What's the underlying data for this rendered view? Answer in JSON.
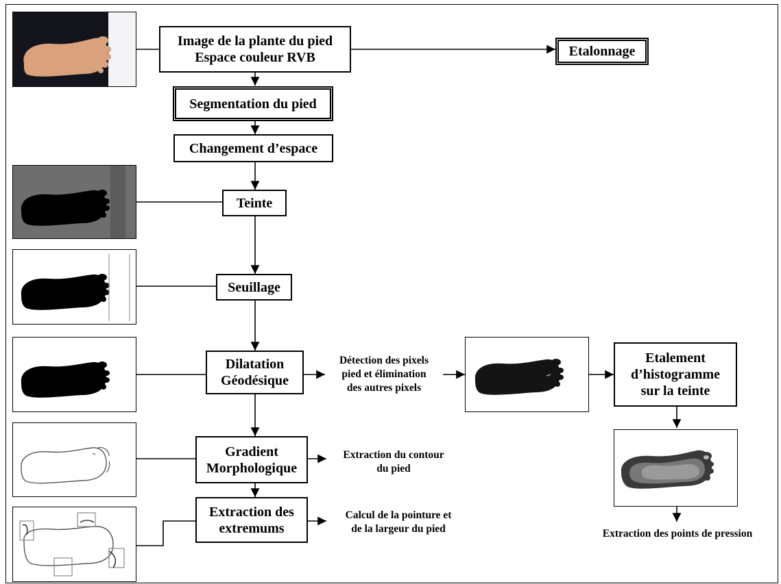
{
  "steps": {
    "image_rvb": "Image de la plante du pied\nEspace couleur RVB",
    "etalonnage": "Etalonnage",
    "segmentation": "Segmentation du pied",
    "changement": "Changement d’espace",
    "teinte": "Teinte",
    "seuillage": "Seuillage",
    "dilatation": "Dilatation\nGéodésique",
    "gradient": "Gradient\nMorphologique",
    "extremums": "Extraction des\nextremums",
    "etalement": "Etalement\nd’histogramme\nsur la teinte"
  },
  "annotations": {
    "detection": "Détection des pixels\npied et élimination\ndes autres pixels",
    "contour": "Extraction du contour\ndu pied",
    "pointure": "Calcul de la pointure et\nde la largeur du pied",
    "pression": "Extraction des points de pression"
  },
  "colors": {
    "skin": "#d9a27c",
    "dark_background": "#14141c",
    "hue_background": "#6e6e6e",
    "foot_black": "#000000",
    "pressure_gray": "#777777"
  }
}
